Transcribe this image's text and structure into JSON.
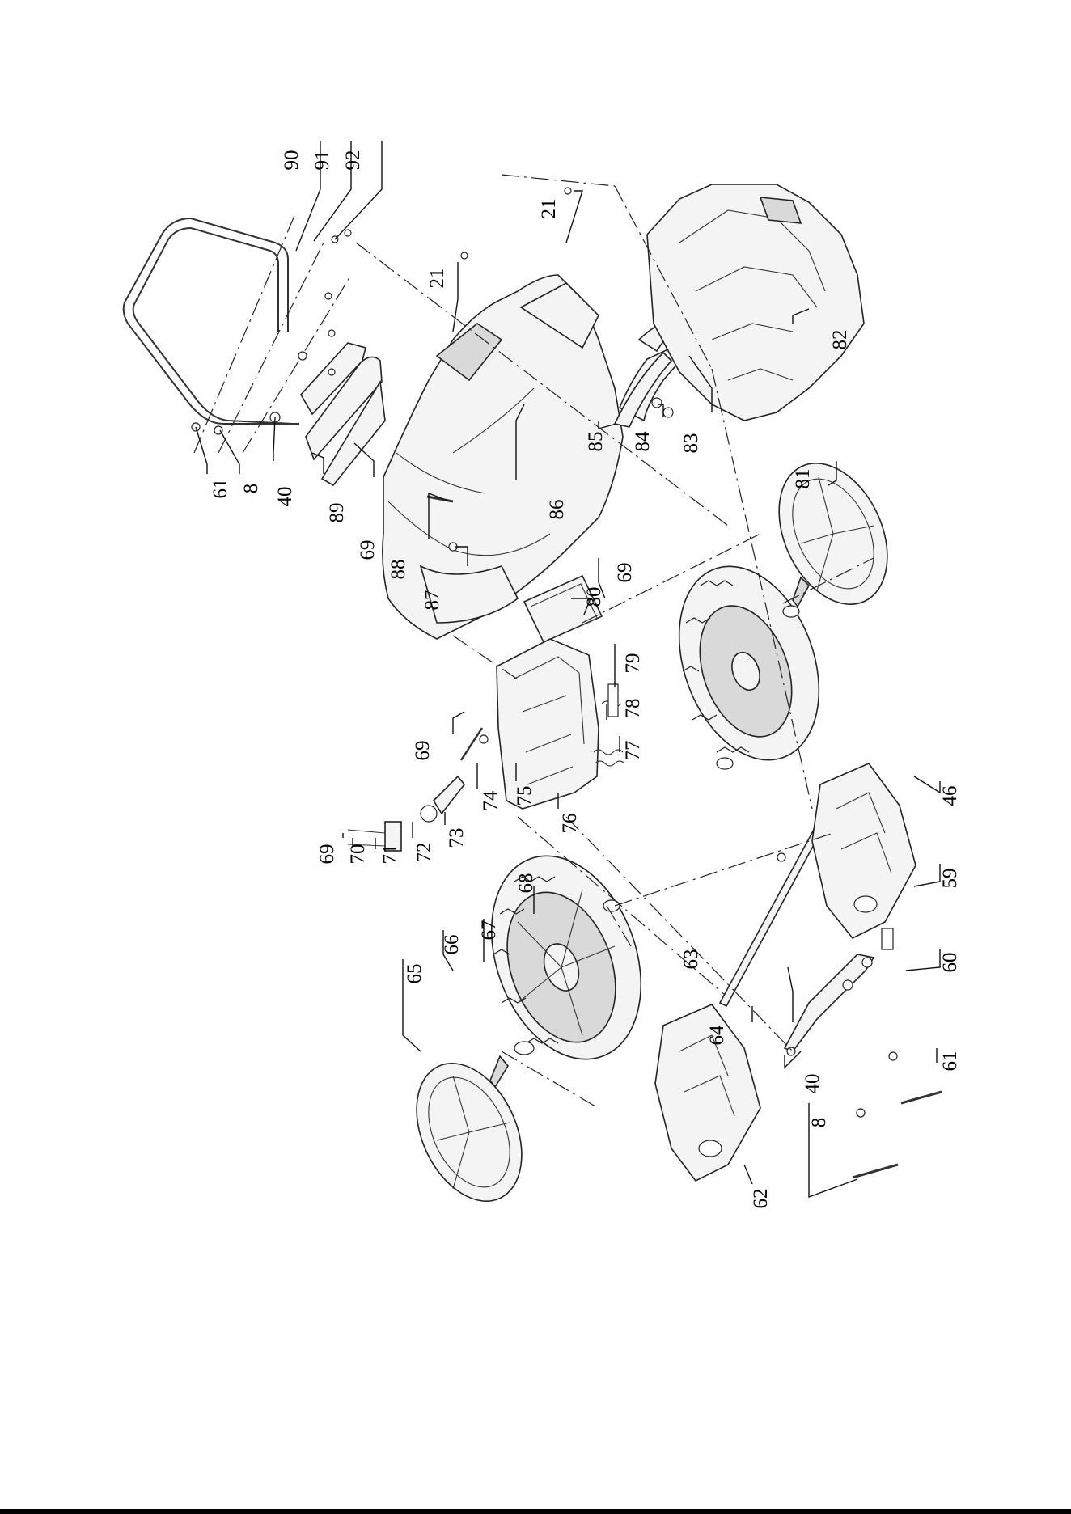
{
  "figure": {
    "callouts": [
      {
        "key": "c90",
        "label": "90"
      },
      {
        "key": "c91",
        "label": "91"
      },
      {
        "key": "c92",
        "label": "92"
      },
      {
        "key": "c21a",
        "label": "21"
      },
      {
        "key": "c21b",
        "label": "21"
      },
      {
        "key": "c61a",
        "label": "61"
      },
      {
        "key": "c8a",
        "label": "8"
      },
      {
        "key": "c40a",
        "label": "40"
      },
      {
        "key": "c89",
        "label": "89"
      },
      {
        "key": "c69a",
        "label": "69"
      },
      {
        "key": "c88",
        "label": "88"
      },
      {
        "key": "c87",
        "label": "87"
      },
      {
        "key": "c86",
        "label": "86"
      },
      {
        "key": "c85",
        "label": "85"
      },
      {
        "key": "c84",
        "label": "84"
      },
      {
        "key": "c83",
        "label": "83"
      },
      {
        "key": "c82",
        "label": "82"
      },
      {
        "key": "c81",
        "label": "81"
      },
      {
        "key": "c80",
        "label": "80"
      },
      {
        "key": "c69b",
        "label": "69"
      },
      {
        "key": "c69c",
        "label": "69"
      },
      {
        "key": "c79",
        "label": "79"
      },
      {
        "key": "c78",
        "label": "78"
      },
      {
        "key": "c77",
        "label": "77"
      },
      {
        "key": "c76",
        "label": "76"
      },
      {
        "key": "c75",
        "label": "75"
      },
      {
        "key": "c74",
        "label": "74"
      },
      {
        "key": "c73",
        "label": "73"
      },
      {
        "key": "c72",
        "label": "72"
      },
      {
        "key": "c71",
        "label": "71"
      },
      {
        "key": "c70",
        "label": "70"
      },
      {
        "key": "c69d",
        "label": "69"
      },
      {
        "key": "c68",
        "label": "68"
      },
      {
        "key": "c67",
        "label": "67"
      },
      {
        "key": "c66",
        "label": "66"
      },
      {
        "key": "c65",
        "label": "65"
      },
      {
        "key": "c64",
        "label": "64"
      },
      {
        "key": "c63",
        "label": "63"
      },
      {
        "key": "c62",
        "label": "62"
      },
      {
        "key": "c60",
        "label": "60"
      },
      {
        "key": "c59",
        "label": "59"
      },
      {
        "key": "c46",
        "label": "46"
      },
      {
        "key": "c40b",
        "label": "40"
      },
      {
        "key": "c61b",
        "label": "61"
      },
      {
        "key": "c8b",
        "label": "8"
      }
    ]
  }
}
